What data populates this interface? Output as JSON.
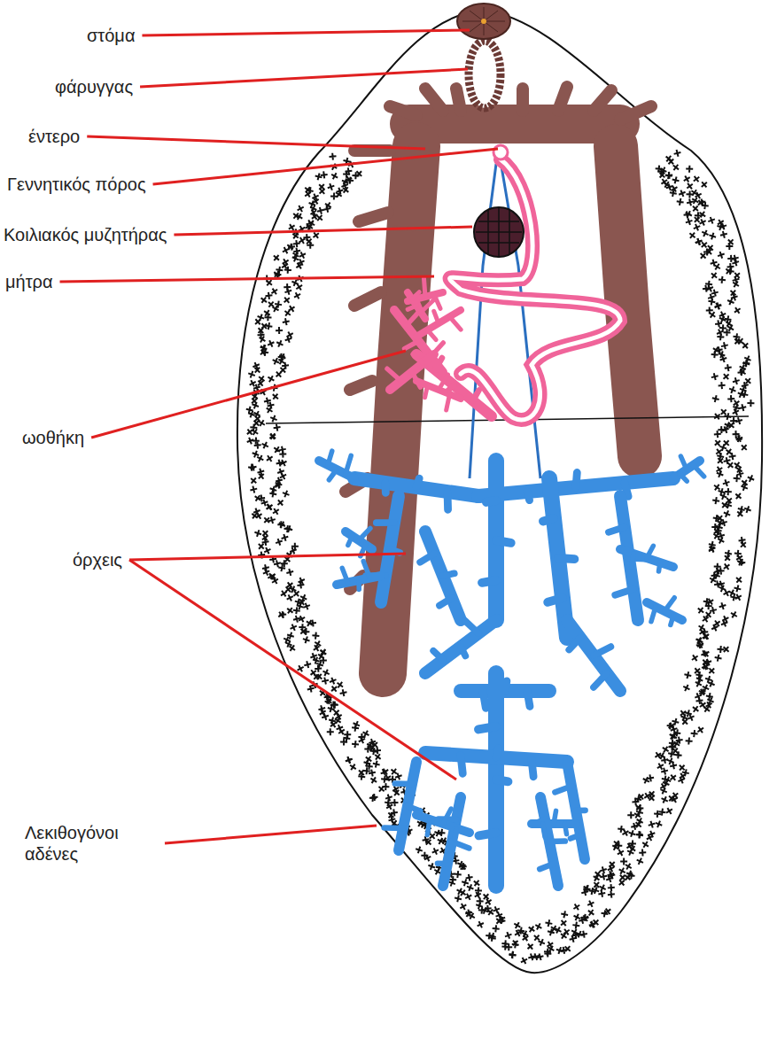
{
  "diagram": {
    "labels": [
      "στόμα",
      "φάρυγγας",
      "έντερο",
      "Γεννητικός πόρος",
      "Κοιλιακός μυζητήρας",
      "μήτρα",
      "ωοθήκη",
      "όρχεις",
      "Λεκιθογόνοι αδένες"
    ]
  }
}
